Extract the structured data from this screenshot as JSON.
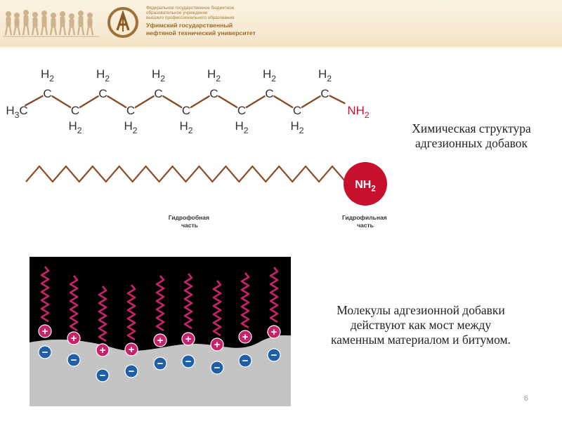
{
  "header": {
    "org_lines": [
      "Федеральное государственное бюджетное",
      "образовательное учреждение",
      "высшего профессионального образования"
    ],
    "university": [
      "Уфимский государственный",
      "нефтяной технический университет"
    ]
  },
  "formula": {
    "groups": [
      "H3C",
      "C",
      "C",
      "C",
      "C",
      "C",
      "C",
      "C",
      "C",
      "C",
      "C",
      "C"
    ],
    "h_label": "H2",
    "end_group": "NH2",
    "colors": {
      "chain": "#8a4a26",
      "amine": "#c8102e"
    }
  },
  "schematic": {
    "head_label": "NH2",
    "hydrophobic_label": [
      "Гидрофобная",
      "часть"
    ],
    "hydrophilic_label": [
      "Гидрофильная",
      "часть"
    ],
    "colors": {
      "tail": "#8a4a26",
      "head": "#c8102e"
    }
  },
  "bridge": {
    "positive_sign": "+",
    "negative_sign": "−",
    "molecule_count": 9,
    "colors": {
      "background": "#000000",
      "stone": "#c4c4c4",
      "tail": "#c8236a",
      "anion": "#1f5fa8"
    }
  },
  "captions": {
    "structure": [
      "Химическая структура",
      "адгезионных добавок"
    ],
    "bridge": [
      "Молекулы адгезионной добавки",
      "действуют как мост между",
      "каменным материалом и битумом."
    ]
  },
  "page_number": "6"
}
